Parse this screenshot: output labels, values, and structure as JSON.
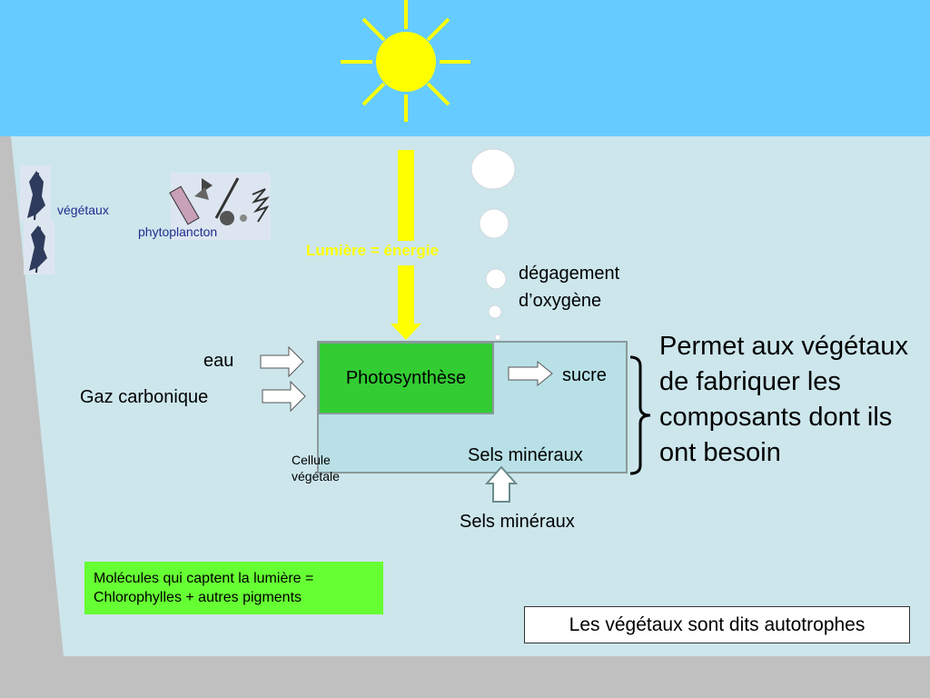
{
  "sun": {
    "label": "Lumière = énergie"
  },
  "organisms": {
    "vegetaux": "végétaux",
    "phytoplancton": "phytoplancton"
  },
  "oxygen": {
    "line1": "dégagement",
    "line2": "d’oxygène"
  },
  "inputs": {
    "eau": "eau",
    "gaz": "Gaz carbonique"
  },
  "cell": {
    "process": "Photosynthèse",
    "product": "sucre",
    "internal_minerals": "Sels minéraux",
    "label_line1": "Cellule",
    "label_line2": "végétale",
    "external_minerals": "Sels minéraux"
  },
  "explanation": "Permet aux végétaux de fabriquer les composants dont ils ont besoin",
  "pigments": {
    "line1": "Molécules qui captent la lumière =",
    "line2": "Chlorophylles + autres pigments"
  },
  "conclusion": "Les végétaux sont dits autotrophes",
  "colors": {
    "sky": "#66ccff",
    "water": "#cce6ec",
    "sun": "#ffff00",
    "photosynthesis": "#33cc33",
    "pigment_box": "#66ff33"
  }
}
